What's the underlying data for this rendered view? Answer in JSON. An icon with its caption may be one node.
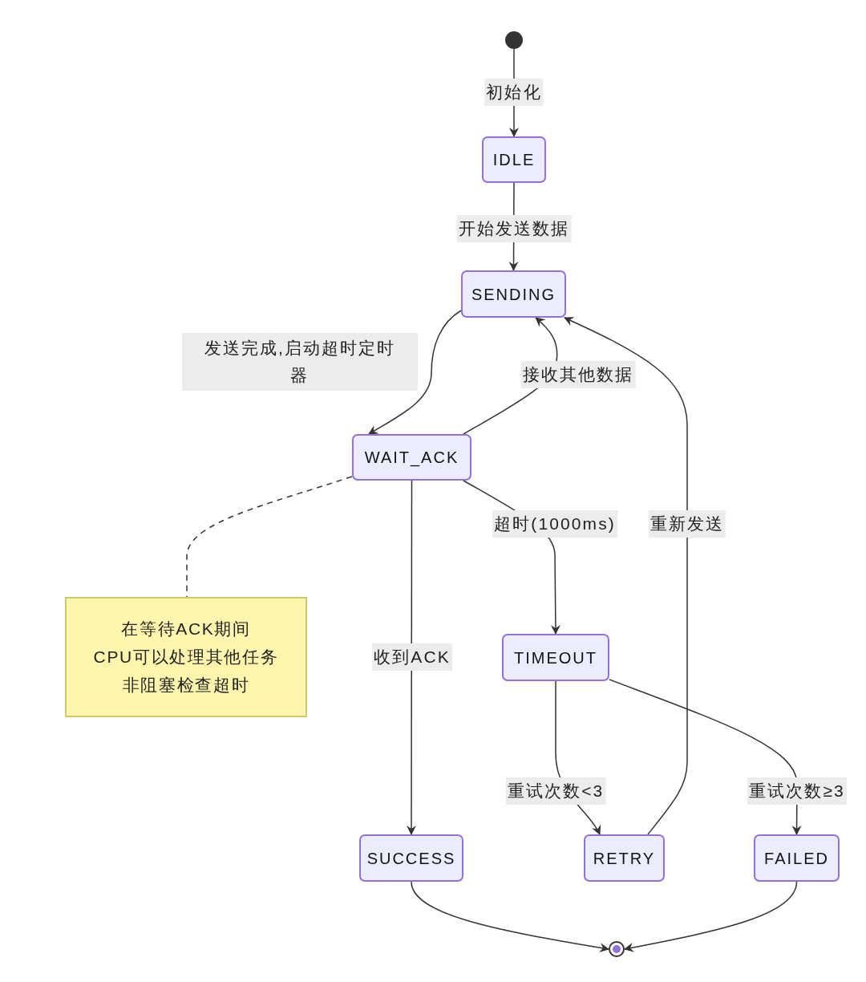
{
  "diagram": {
    "nodes": [
      {
        "text": [],
        "shape": "circle"
      },
      {
        "text": [
          "IDLE"
        ]
      },
      {
        "text": [
          "SENDING"
        ]
      },
      {
        "text": [
          "WAIT_ACK"
        ]
      },
      {
        "text": [
          "在等待ACK期间",
          "CPU可以处理其他任务",
          "非阻塞检查超时"
        ]
      },
      {
        "text": [
          "TIMEOUT"
        ]
      },
      {
        "text": [
          "SUCCESS"
        ]
      },
      {
        "text": [
          "RETRY"
        ]
      },
      {
        "text": [
          "FAILED"
        ]
      },
      {
        "text": [],
        "shape": "bullseye"
      }
    ],
    "edges": [
      {
        "from": 0,
        "to": 1,
        "label": "初始化",
        "arrow": "to"
      },
      {
        "from": 1,
        "to": 2,
        "label": "开始发送数据",
        "arrow": "to"
      },
      {
        "from": 2,
        "to": 3,
        "label": "发送完成,启动超时定时器",
        "arrow": "to"
      },
      {
        "from": 3,
        "to": 2,
        "label": "接收其他数据",
        "arrow": "to"
      },
      {
        "from": 3,
        "to": 4,
        "arrow": "none",
        "style": "dashed"
      },
      {
        "from": 3,
        "to": 5,
        "label": "超时(1000ms)",
        "arrow": "to"
      },
      {
        "from": 3,
        "to": 6,
        "label": "收到ACK",
        "arrow": "to"
      },
      {
        "from": 5,
        "to": 7,
        "label": "重试次数<3",
        "arrow": "to"
      },
      {
        "from": 5,
        "to": 8,
        "label": "重试次数≥3",
        "arrow": "to"
      },
      {
        "from": 7,
        "to": 2,
        "label": "重新发送",
        "arrow": "to"
      },
      {
        "from": 6,
        "to": 9,
        "arrow": "to"
      },
      {
        "from": 8,
        "to": 9,
        "arrow": "to"
      }
    ]
  }
}
